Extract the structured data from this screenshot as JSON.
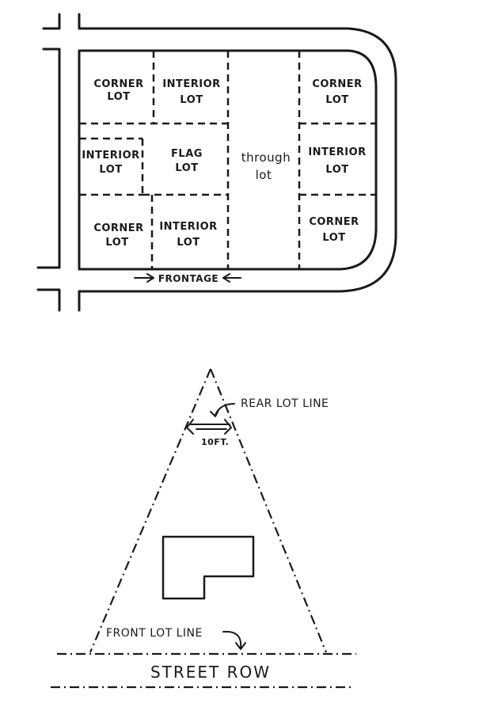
{
  "block_diagram": {
    "lots": [
      {
        "id": "corner-lot-tl",
        "lines": [
          "CORNER",
          "LOT"
        ]
      },
      {
        "id": "interior-lot-tm",
        "lines": [
          "INTERIOR",
          "LOT"
        ]
      },
      {
        "id": "corner-lot-tr",
        "lines": [
          "CORNER",
          "LOT"
        ]
      },
      {
        "id": "interior-lot-ml",
        "lines": [
          "INTERIOR",
          "LOT"
        ]
      },
      {
        "id": "flag-lot",
        "lines": [
          "FLAG",
          "LOT"
        ]
      },
      {
        "id": "through-lot",
        "lines": [
          "through",
          "lot"
        ]
      },
      {
        "id": "interior-lot-mr",
        "lines": [
          "INTERIOR",
          "LOT"
        ]
      },
      {
        "id": "corner-lot-bl",
        "lines": [
          "CORNER",
          "LOT"
        ]
      },
      {
        "id": "interior-lot-bm",
        "lines": [
          "INTERIOR",
          "LOT"
        ]
      },
      {
        "id": "corner-lot-br",
        "lines": [
          "CORNER",
          "LOT"
        ]
      }
    ],
    "frontage_label": "FRONTAGE"
  },
  "lot_line_diagram": {
    "rear_lot_line_label": "REAR LOT LINE",
    "dimension_label": "10FT.",
    "front_lot_line_label": "FRONT LOT LINE",
    "street_label": "STREET ROW"
  }
}
